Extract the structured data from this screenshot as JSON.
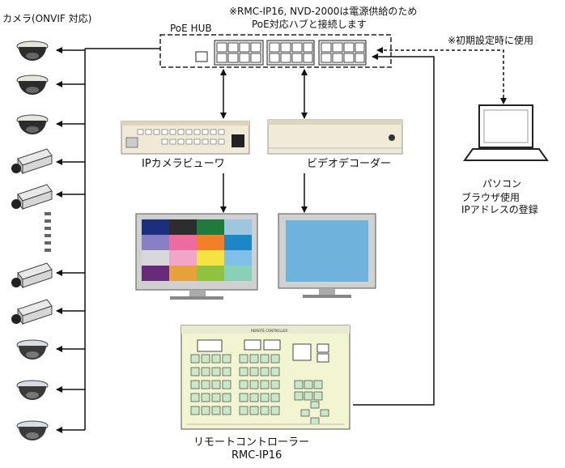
{
  "labels": {
    "camera_group": "カメラ(ONVIF 対応)",
    "poe_hub": "PoE HUB",
    "note_line1": "※RMC-IP16, NVD-2000は電源供給のため",
    "note_line2": "PoE対応ハブと接続します",
    "initial_setup": "※初期設定時に使用",
    "ip_camera_viewer": "IPカメラビューワ",
    "video_decoder": "ビデオデコーダー",
    "pc": "パソコン",
    "pc_desc1": "ブラウザ使用",
    "pc_desc2": "IPアドレスの登録",
    "remote_controller": "リモートコントローラー",
    "remote_controller_model": "RMC-IP16",
    "controller_panel_title": "REMOTE CONTROLLER"
  },
  "colors": {
    "line": "#111111",
    "device_body": "#f0ebda",
    "controller_body": "#f3f4d2",
    "controller_key": "#c9e8c8",
    "monitor_bezel": "#c8c8c8",
    "monitor_screen_right": "#6fb3dd"
  },
  "test_pattern": [
    [
      "#1c2f7e",
      "#2d2d2d",
      "#1e7a3d",
      "#9fc6e0"
    ],
    [
      "#8a7fc2",
      "#ec6ca0",
      "#f07f28",
      "#1f86c6"
    ],
    [
      "#d8d8d8",
      "#f1a6c8",
      "#f3e443",
      "#7fbfe8"
    ],
    [
      "#6a2a7a",
      "#e6a13a",
      "#8fc23e",
      "#88d0b8"
    ]
  ],
  "cameras": [
    {
      "icon": "dome-camera-icon"
    },
    {
      "icon": "dome-camera-icon"
    },
    {
      "icon": "dome-camera-icon"
    },
    {
      "icon": "box-camera-icon"
    },
    {
      "icon": "box-camera-icon"
    },
    {
      "icon": "box-camera-icon"
    },
    {
      "icon": "box-camera-icon"
    },
    {
      "icon": "dome-camera-icon"
    },
    {
      "icon": "dome-camera-icon"
    },
    {
      "icon": "dome-camera-icon"
    }
  ]
}
